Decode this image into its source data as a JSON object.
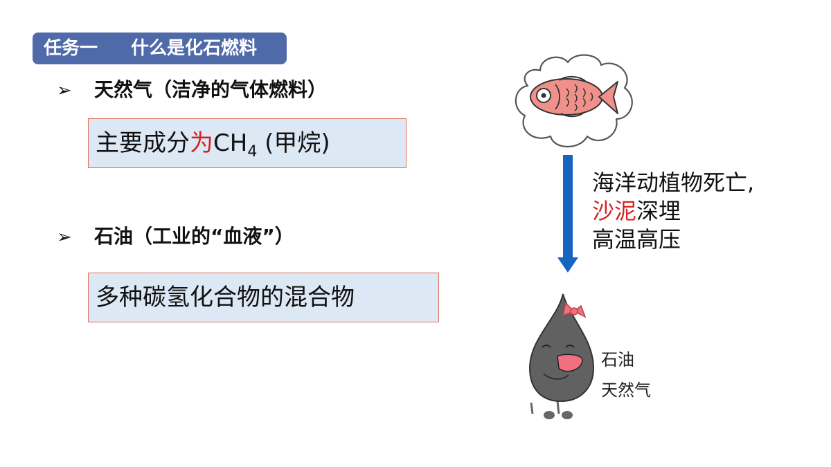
{
  "task_badge": {
    "number": "任务一",
    "title": "什么是化石燃料"
  },
  "bullets": [
    {
      "marker": "➢",
      "text": "天然气（洁净的气体燃料）"
    },
    {
      "marker": "➢",
      "text": "石油（工业的“血液”）"
    }
  ],
  "boxes": {
    "gas": {
      "before": "主要成分",
      "highlight": "为",
      "formula": "CH",
      "subscript": "4",
      "after": " (甲烷)"
    },
    "oil": {
      "text": "多种碳氢化合物的混合物"
    }
  },
  "process_note": {
    "line1": "海洋动植物死亡,",
    "line2_highlight": "沙泥",
    "line2_rest": "深埋",
    "line3": "高温高压"
  },
  "oil_labels": {
    "label1": "石油",
    "label2": "天然气"
  },
  "colors": {
    "badge": "#4f6aa8",
    "box_fill": "#dde8f5",
    "box_border": "#e06b5a",
    "highlight": "#d42222",
    "arrow": "#1565c0"
  }
}
